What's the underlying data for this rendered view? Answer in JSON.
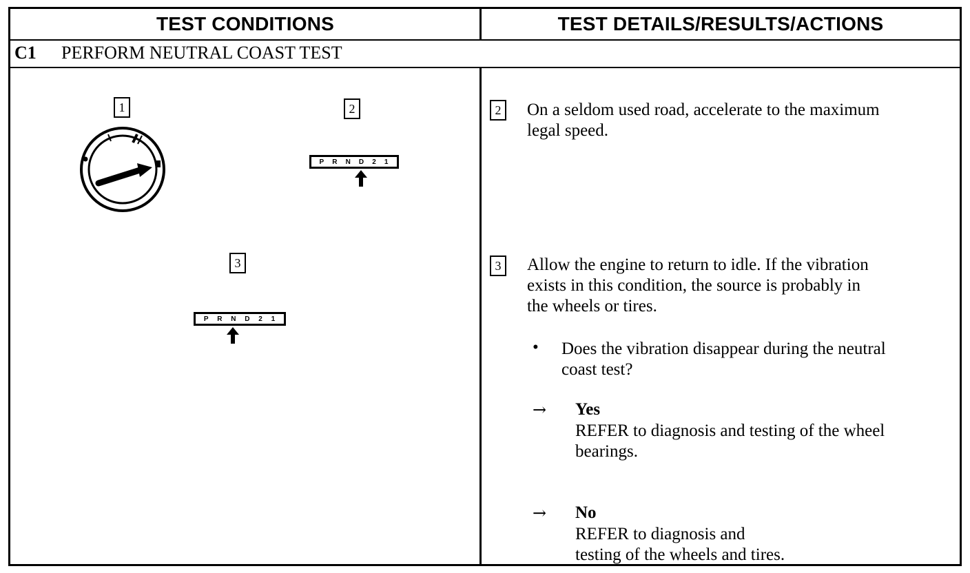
{
  "header": {
    "left": "TEST CONDITIONS",
    "right": "TEST DETAILS/RESULTS/ACTIONS"
  },
  "section": {
    "code": "C1",
    "title": "PERFORM NEUTRAL COAST TEST"
  },
  "left": {
    "steps": [
      {
        "number": "1",
        "icon": "ignition-switch-icon"
      },
      {
        "number": "2",
        "icon": "gear-selector-icon",
        "positions": [
          "P",
          "R",
          "N",
          "D",
          "2",
          "1"
        ],
        "selected": "N"
      },
      {
        "number": "3",
        "icon": "gear-selector-icon",
        "positions": [
          "P",
          "R",
          "N",
          "D",
          "2",
          "1"
        ],
        "selected": "N"
      }
    ]
  },
  "right": {
    "step2": {
      "number": "2",
      "lines": [
        "On a seldom used road, accelerate to the maximum",
        "legal speed."
      ]
    },
    "step3": {
      "number": "3",
      "lines": [
        "Allow the engine to return to idle. If the vibration",
        "exists in this condition, the source is probably in",
        "the wheels or tires."
      ],
      "question_lines": [
        "Does the vibration disappear during the neutral",
        "coast test?"
      ],
      "yes": {
        "label": "Yes",
        "lines": [
          "REFER  to  diagnosis and testing of the wheel",
          "bearings."
        ]
      },
      "no": {
        "label": "No",
        "lines": [
          "REFER  to  diagnosis and",
          "testing of the wheels and tires."
        ]
      }
    }
  }
}
